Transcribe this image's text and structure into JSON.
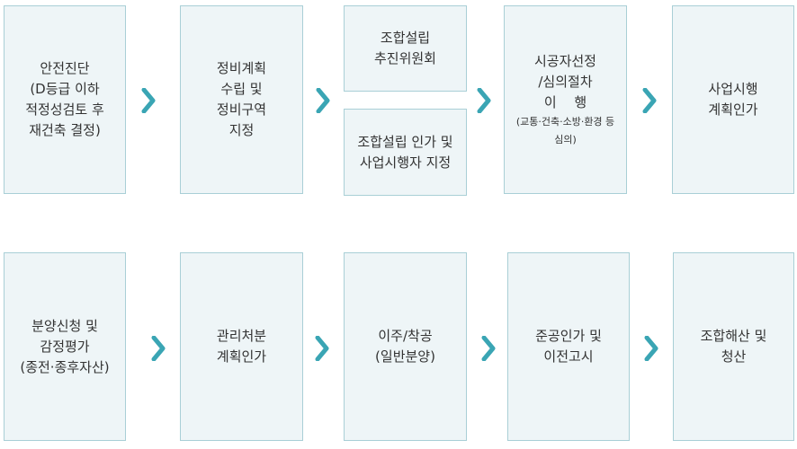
{
  "colors": {
    "box_fill": "#eef5f7",
    "box_border": "#a9cfd6",
    "arrow": "#3aa5b4",
    "text": "#333333"
  },
  "arrow_icon": "chevron-right-icon",
  "row1": {
    "step1": {
      "lines": [
        "안전진단",
        "(D등급 이하",
        "적정성검토 후",
        "재건축 결정)"
      ]
    },
    "step2": {
      "lines": [
        "정비계획",
        "수립 및",
        "정비구역",
        "지정"
      ]
    },
    "step3a": {
      "lines": [
        "조합설립",
        "추진위원회"
      ]
    },
    "step3b": {
      "lines": [
        "조합설립 인가 및",
        "사업시행자 지정"
      ]
    },
    "step4": {
      "lines": [
        "시공자선정",
        "/심의절차",
        "이 　행"
      ],
      "note_lines": [
        "(교통·건축·소방·환경 등",
        "심의)"
      ]
    },
    "step5": {
      "lines": [
        "사업시행",
        "계획인가"
      ]
    }
  },
  "row2": {
    "step6": {
      "lines": [
        "분양신청 및",
        "감정평가",
        "(종전·종후자산)"
      ]
    },
    "step7": {
      "lines": [
        "관리처분",
        "계획인가"
      ]
    },
    "step8": {
      "lines": [
        "이주/착공",
        "(일반분양)"
      ]
    },
    "step9": {
      "lines": [
        "준공인가 및",
        "이전고시"
      ]
    },
    "step10": {
      "lines": [
        "조합해산 및",
        "청산"
      ]
    }
  }
}
